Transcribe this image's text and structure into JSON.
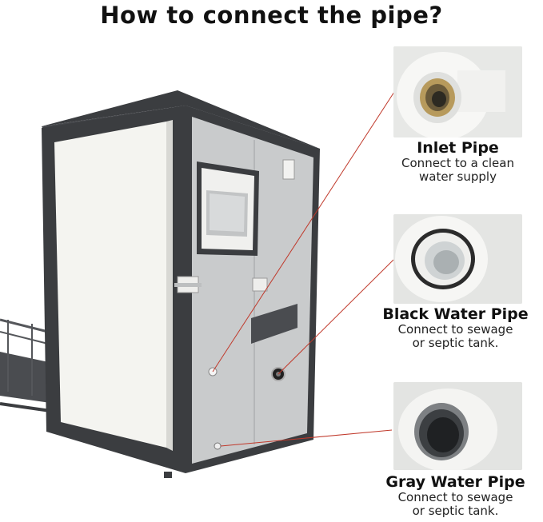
{
  "title": "How to connect the pipe?",
  "pipes": [
    {
      "name": "Inlet Pipe",
      "desc_line1": "Connect to a clean",
      "desc_line2": "water supply"
    },
    {
      "name": "Black Water Pipe",
      "desc_line1": "Connect to sewage",
      "desc_line2": "or septic tank."
    },
    {
      "name": "Gray Water Pipe",
      "desc_line1": "Connect to sewage",
      "desc_line2": "or septic tank."
    }
  ],
  "colors": {
    "leader_line": "#c0392b",
    "frame": "#3b3d40",
    "panel": "#c9cbcc",
    "door": "#f4f4f0"
  }
}
